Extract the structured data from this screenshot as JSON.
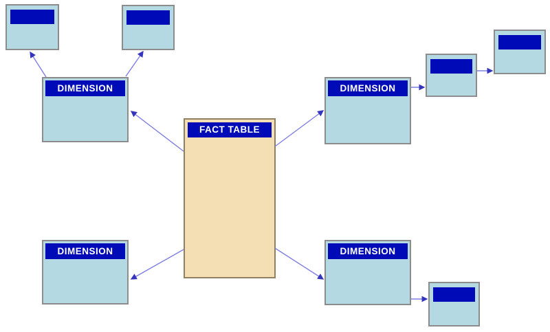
{
  "diagram": {
    "kind": "star-schema-diagram",
    "background": "#ffffff"
  },
  "colors": {
    "header_blue": "#000bb8",
    "table_blue": "#b4d9e2",
    "fact_tan": "#f4dfb4",
    "box_border": "#8c8c8c",
    "fact_border": "#8e8060",
    "arrow_line": "#7d7de2",
    "arrow_head": "#3434bc",
    "label_text": "#ffffff"
  },
  "nodes": {
    "fact": {
      "label": "FACT TABLE",
      "kind": "fact-table"
    },
    "dim_left": {
      "label": "DIMENSION",
      "kind": "dimension-table"
    },
    "dim_right": {
      "label": "DIMENSION",
      "kind": "dimension-table"
    },
    "dim_bottom_left": {
      "label": "DIMENSION",
      "kind": "dimension-table"
    },
    "dim_bottom_right": {
      "label": "DIMENSION",
      "kind": "dimension-table"
    },
    "sub_top_left_1": {
      "label": "",
      "kind": "sub-dimension-table"
    },
    "sub_top_left_2": {
      "label": "",
      "kind": "sub-dimension-table"
    },
    "sub_right_1": {
      "label": "",
      "kind": "sub-dimension-table"
    },
    "sub_right_2": {
      "label": "",
      "kind": "sub-dimension-table"
    },
    "sub_bottom_right": {
      "label": "",
      "kind": "sub-dimension-table"
    }
  },
  "edges": [
    {
      "from": "fact",
      "to": "dim_left"
    },
    {
      "from": "fact",
      "to": "dim_right"
    },
    {
      "from": "fact",
      "to": "dim_bottom_left"
    },
    {
      "from": "fact",
      "to": "dim_bottom_right"
    },
    {
      "from": "dim_left",
      "to": "sub_top_left_1"
    },
    {
      "from": "dim_left",
      "to": "sub_top_left_2"
    },
    {
      "from": "dim_right",
      "to": "sub_right_1"
    },
    {
      "from": "sub_right_1",
      "to": "sub_right_2"
    },
    {
      "from": "dim_bottom_right",
      "to": "sub_bottom_right"
    }
  ]
}
